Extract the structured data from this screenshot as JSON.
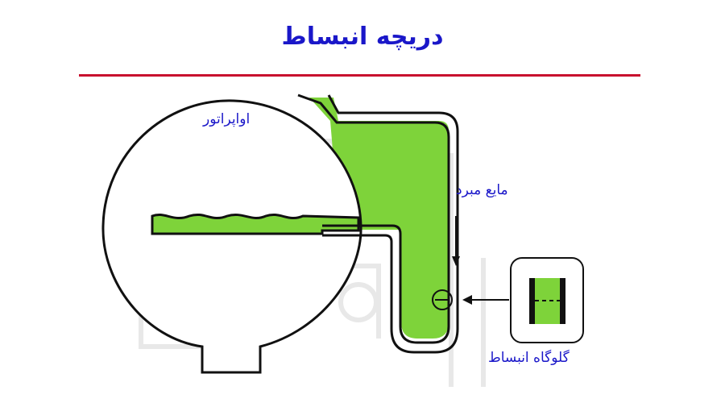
{
  "title": "دریچه انبساط",
  "labels": {
    "evaporator": "اواپراتور",
    "liquid_refrigerant": "مایع مبرد",
    "expansion_throat": "گلوگاه انبساط"
  },
  "colors": {
    "title_text": "#1a17c9",
    "label_text": "#1a17c9",
    "rule": "#c8102e",
    "liquid": "#7ed33a",
    "outline": "#111111",
    "background_faint": "#e8e8e8"
  }
}
